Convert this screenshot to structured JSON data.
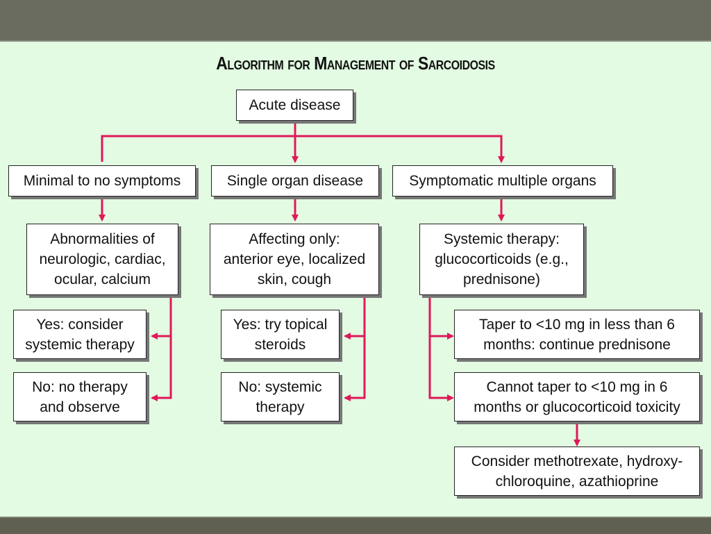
{
  "title": "Algorithm for Management of Sarcoidosis",
  "colors": {
    "arrow": "#e0185a",
    "background": "#e2fbe2",
    "bar": "#6a6c5f"
  },
  "nodes": {
    "acute": "Acute disease",
    "minimal": "Minimal to no symptoms",
    "single": "Single organ disease",
    "multiple": "Symptomatic multiple organs",
    "abnormalities": "Abnormalities of\nneurologic, cardiac,\nocular, calcium",
    "affecting": "Affecting only:\nanterior eye, localized\nskin, cough",
    "systemic": "Systemic therapy:\nglucocorticoids (e.g.,\nprednisone)",
    "yes_systemic": "Yes: consider\nsystemic therapy",
    "no_observe": "No: no therapy\nand observe",
    "yes_topical": "Yes: try topical\nsteroids",
    "no_systemic": "No: systemic\ntherapy",
    "taper_ok": "Taper to <10 mg in less than 6\nmonths: continue prednisone",
    "taper_fail": "Cannot taper to <10 mg in 6\nmonths or glucocorticoid toxicity",
    "consider": "Consider methotrexate, hydroxy-\nchloroquine, azathioprine"
  }
}
